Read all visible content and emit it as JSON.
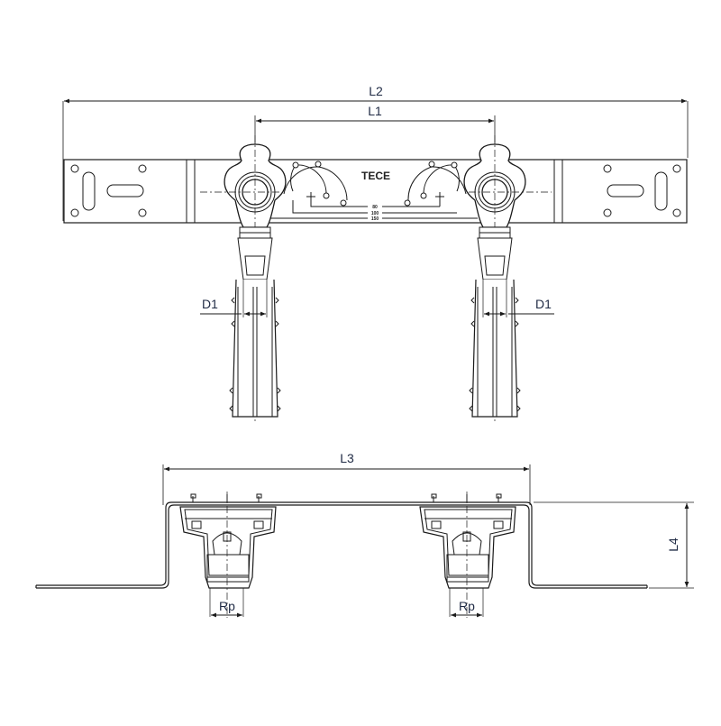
{
  "drawing": {
    "title": "TECE wall-mounted double connection elbow bracket — technical dimension drawing",
    "brand_label": "TECE",
    "colors": {
      "line": "#1a1a1a",
      "dimension_text": "#1f2a44",
      "background": "#ffffff"
    },
    "top_view": {
      "dimensions": {
        "overall_length": "L2",
        "center_distance": "L1",
        "pipe_diameter_left": "D1",
        "pipe_diameter_right": "D1"
      },
      "scale_marks": [
        "80",
        "100",
        "150"
      ]
    },
    "side_view": {
      "dimensions": {
        "bracket_width": "L3",
        "offset_depth": "L4",
        "thread_left": "Rp",
        "thread_right": "Rp"
      }
    }
  }
}
